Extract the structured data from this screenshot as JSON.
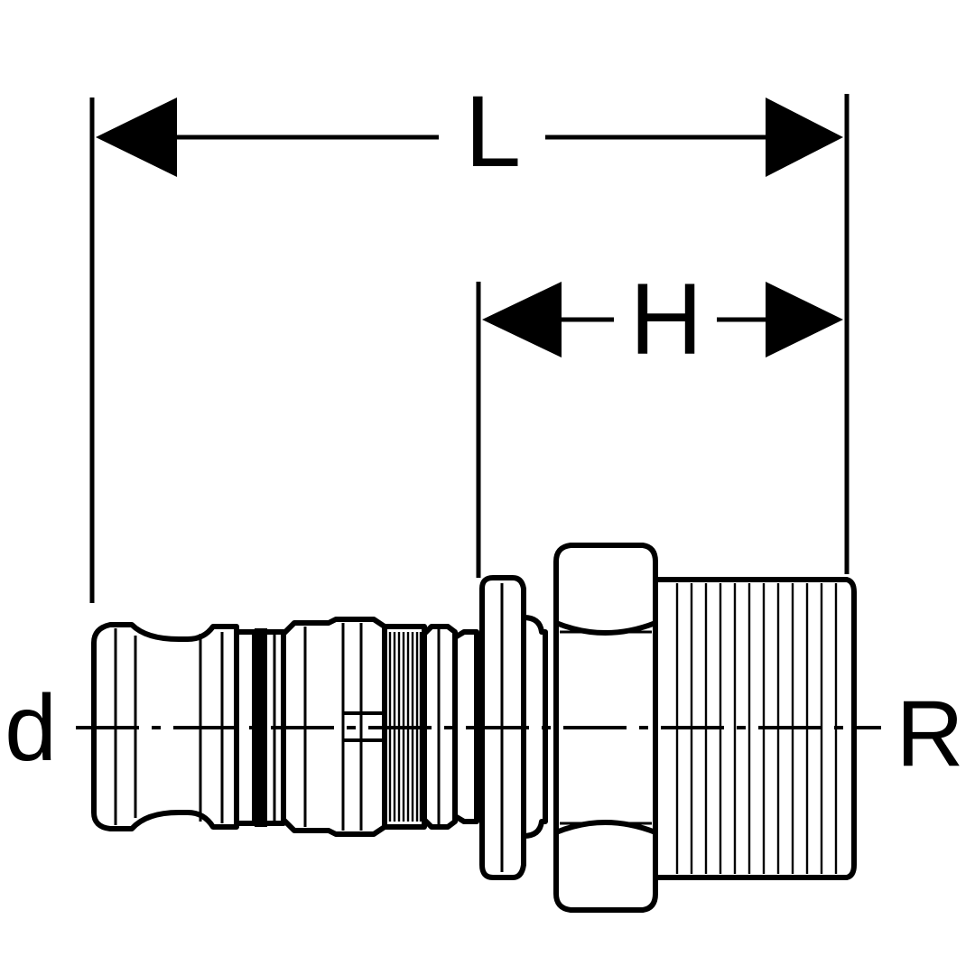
{
  "dimensions": {
    "overall_length": "L",
    "thread_length": "H"
  },
  "ends": {
    "pipe_diameter": "d",
    "thread": "R"
  },
  "colors": {
    "ink": "#000000",
    "paper": "#ffffff"
  }
}
